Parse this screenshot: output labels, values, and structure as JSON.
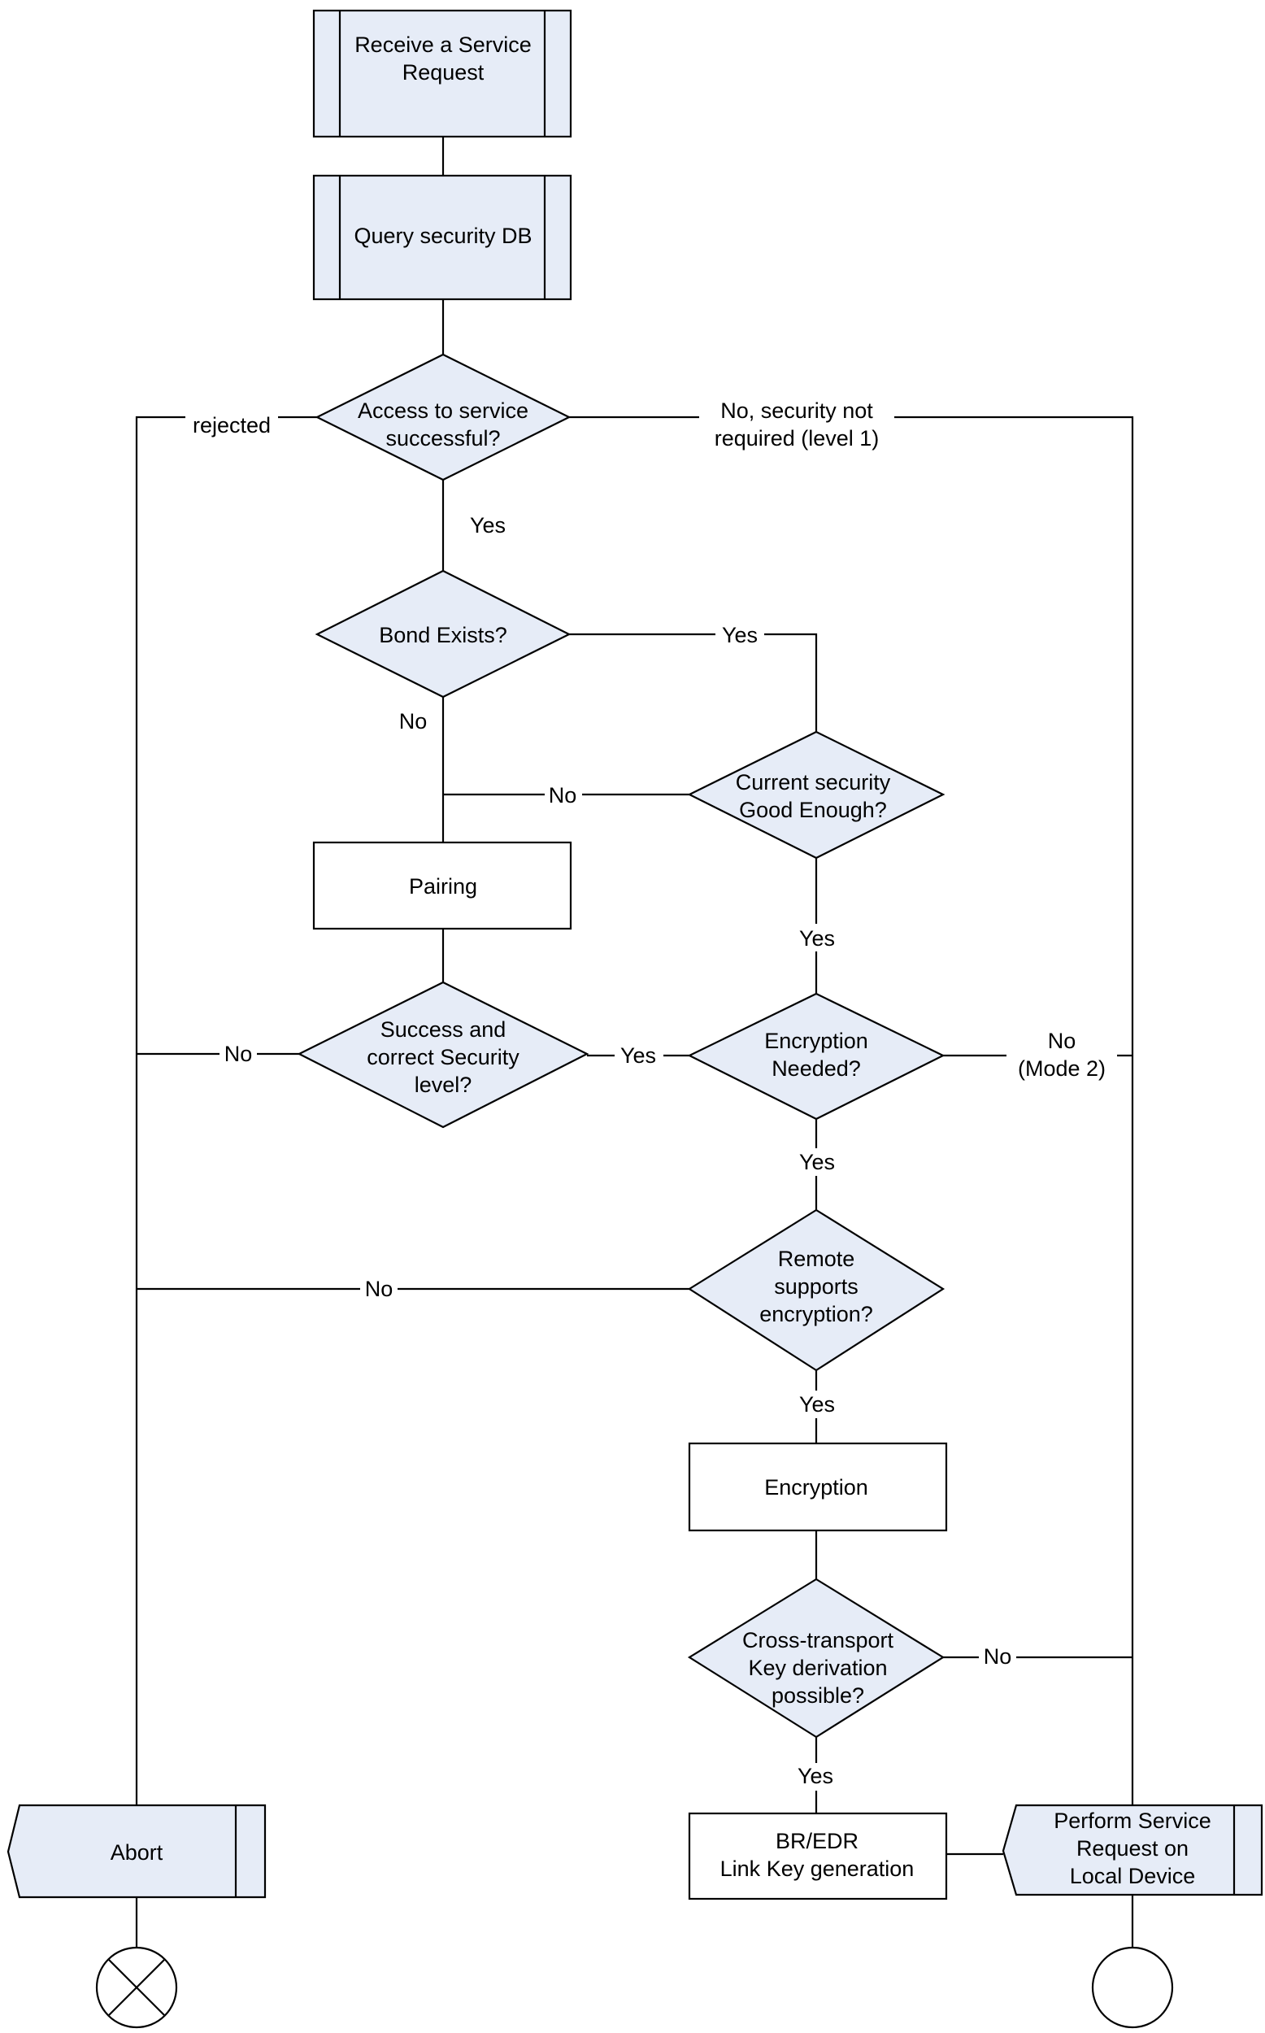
{
  "colors": {
    "node_fill": "#e6ecf7",
    "plain_fill": "#ffffff",
    "line": "#000000"
  },
  "nodes": {
    "receive": {
      "lines": [
        "Receive a Service",
        "Request"
      ]
    },
    "query": {
      "lines": [
        "Query security DB"
      ]
    },
    "access": {
      "lines": [
        "Access to service",
        "successful?"
      ]
    },
    "bond": {
      "lines": [
        "Bond Exists?"
      ]
    },
    "current": {
      "lines": [
        "Current security",
        "Good Enough?"
      ]
    },
    "pairing": {
      "lines": [
        "Pairing"
      ]
    },
    "success": {
      "lines": [
        "Success and",
        "correct Security",
        "level?"
      ]
    },
    "encneeded": {
      "lines": [
        "Encryption",
        "Needed?"
      ]
    },
    "remote": {
      "lines": [
        "Remote",
        "supports",
        "encryption?"
      ]
    },
    "encryption": {
      "lines": [
        "Encryption"
      ]
    },
    "cross": {
      "lines": [
        "Cross-transport",
        "Key derivation",
        "possible?"
      ]
    },
    "bredr": {
      "lines": [
        "BR/EDR",
        "Link Key generation"
      ]
    },
    "abort": {
      "lines": [
        "Abort"
      ]
    },
    "perform": {
      "lines": [
        "Perform Service",
        "Request on",
        "Local Device"
      ]
    }
  },
  "edge_labels": {
    "rejected": [
      "rejected"
    ],
    "not_required": [
      "No, security not",
      "required (level 1)"
    ],
    "access_yes": [
      "Yes"
    ],
    "bond_yes": [
      "Yes"
    ],
    "bond_no": [
      "No"
    ],
    "current_no": [
      "No"
    ],
    "current_yes": [
      "Yes"
    ],
    "success_no": [
      "No"
    ],
    "success_yes": [
      "Yes"
    ],
    "encneeded_no": [
      "No",
      "(Mode 2)"
    ],
    "encneeded_yes": [
      "Yes"
    ],
    "remote_no": [
      "No"
    ],
    "remote_yes": [
      "Yes"
    ],
    "cross_no": [
      "No"
    ],
    "cross_yes": [
      "Yes"
    ]
  },
  "terminators": {
    "abort_end": "x-circle-icon",
    "success_end": "circle-icon"
  }
}
